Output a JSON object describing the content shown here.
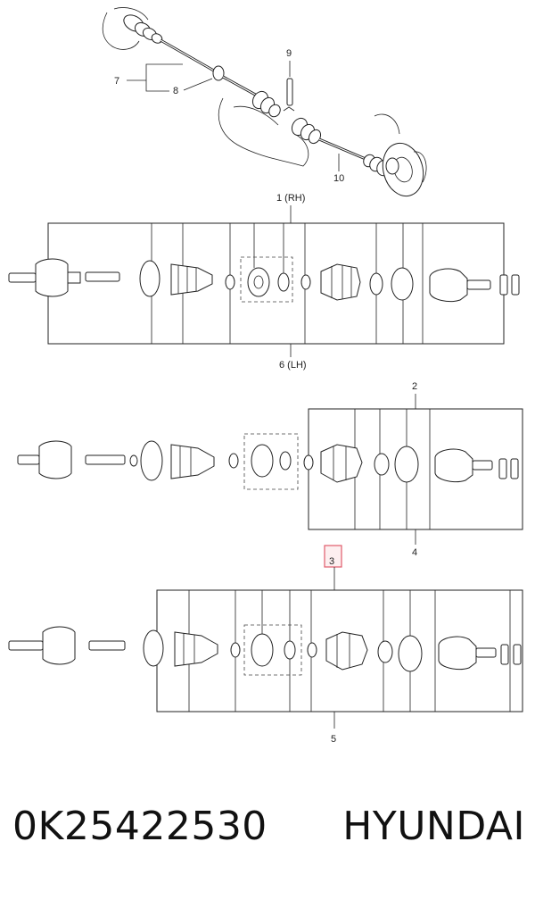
{
  "callouts": {
    "c1": "1 (RH)",
    "c2": "2",
    "c3": "3",
    "c4": "4",
    "c5": "5",
    "c6": "6 (LH)",
    "c7": "7",
    "c8": "8",
    "c9": "9",
    "c10": "10"
  },
  "highlight_color": "#e05a6a",
  "caption": {
    "part_number": "0K25422530",
    "brand": "HYUNDAI"
  }
}
